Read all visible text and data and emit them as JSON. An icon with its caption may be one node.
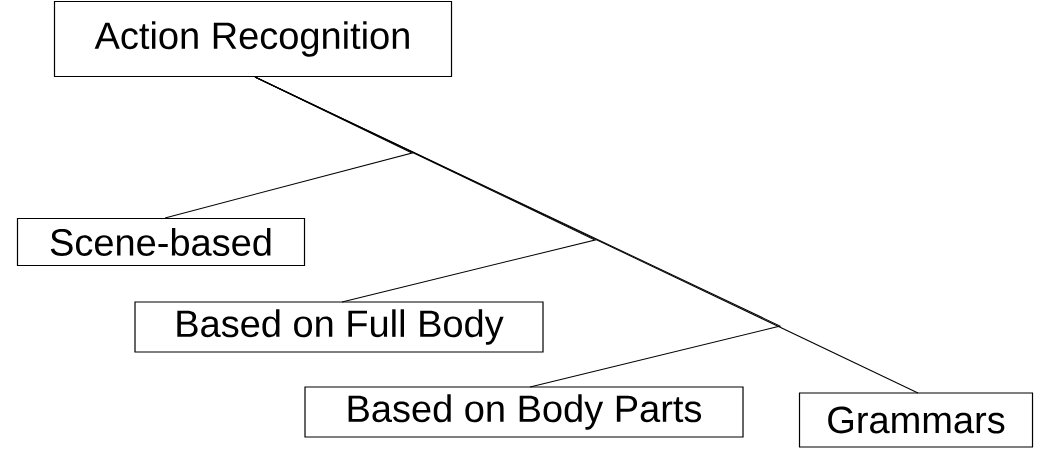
{
  "diagram": {
    "nodes": [
      {
        "text": [
          "Action Recognition"
        ]
      },
      {
        "text": [
          "Scene-based"
        ]
      },
      {
        "text": [
          "Based on Full Body"
        ]
      },
      {
        "text": [
          "Based on Body Parts"
        ]
      },
      {
        "text": [
          "Grammars"
        ]
      }
    ],
    "edges": [
      {
        "from": 0,
        "to": 1,
        "arrow": "none"
      },
      {
        "from": 0,
        "to": 2,
        "arrow": "none"
      },
      {
        "from": 0,
        "to": 3,
        "arrow": "none"
      },
      {
        "from": 0,
        "to": 4,
        "arrow": "none"
      }
    ]
  }
}
